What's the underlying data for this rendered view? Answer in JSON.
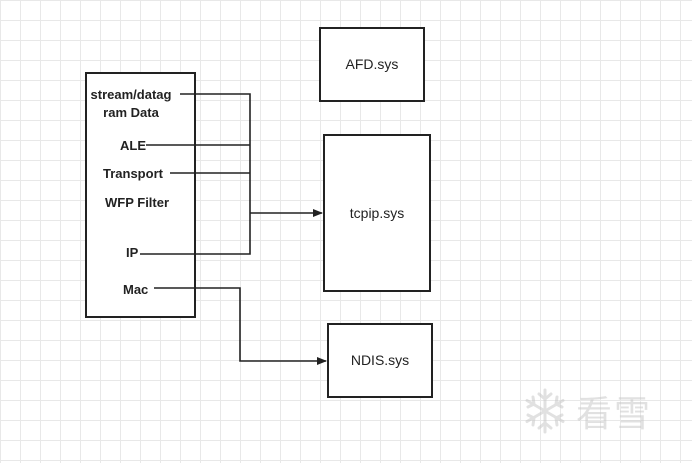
{
  "boxes": {
    "wfp": {
      "stream": "stream/datag\nram Data",
      "ale": "ALE",
      "transport": "Transport",
      "wfp_filter": "WFP Filter",
      "ip": "IP",
      "mac": "Mac"
    },
    "afd": "AFD.sys",
    "tcpip": "tcpip.sys",
    "ndis": "NDIS.sys"
  },
  "watermark": {
    "text": "看雪",
    "icon": "snowflake-icon"
  },
  "colors": {
    "line": "#222222",
    "grid": "#e8e8e8",
    "watermark": "#c9c9c9"
  }
}
